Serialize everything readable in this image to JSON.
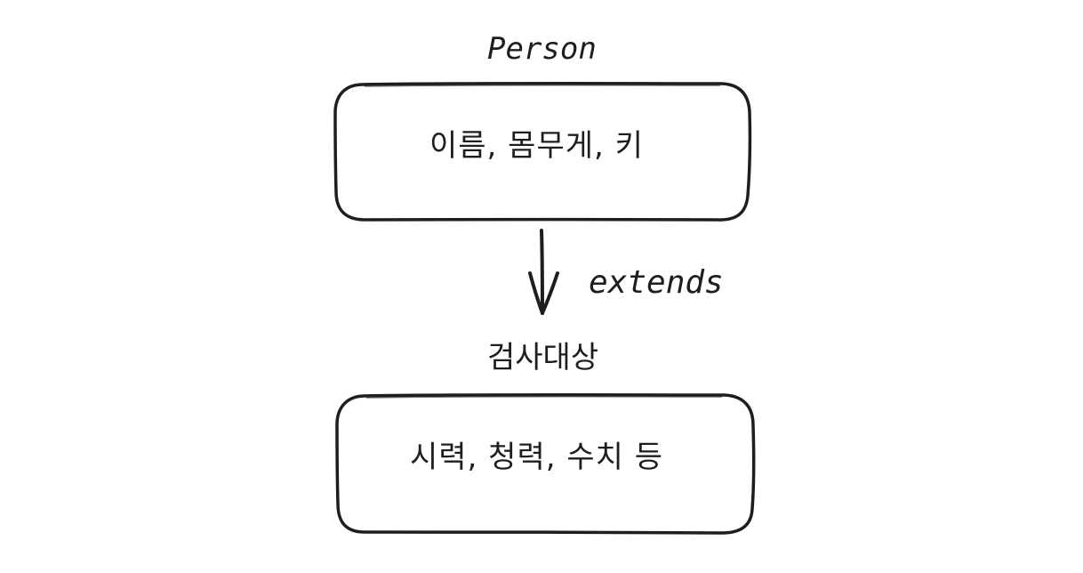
{
  "diagram": {
    "parent": {
      "title": "Person",
      "content": "이름, 몸무게, 키"
    },
    "relation": {
      "label": "extends"
    },
    "child": {
      "title": "검사대상",
      "content": "시력, 청력, 수치 등"
    }
  },
  "colors": {
    "stroke": "#1e1e1e",
    "background": "#ffffff"
  }
}
